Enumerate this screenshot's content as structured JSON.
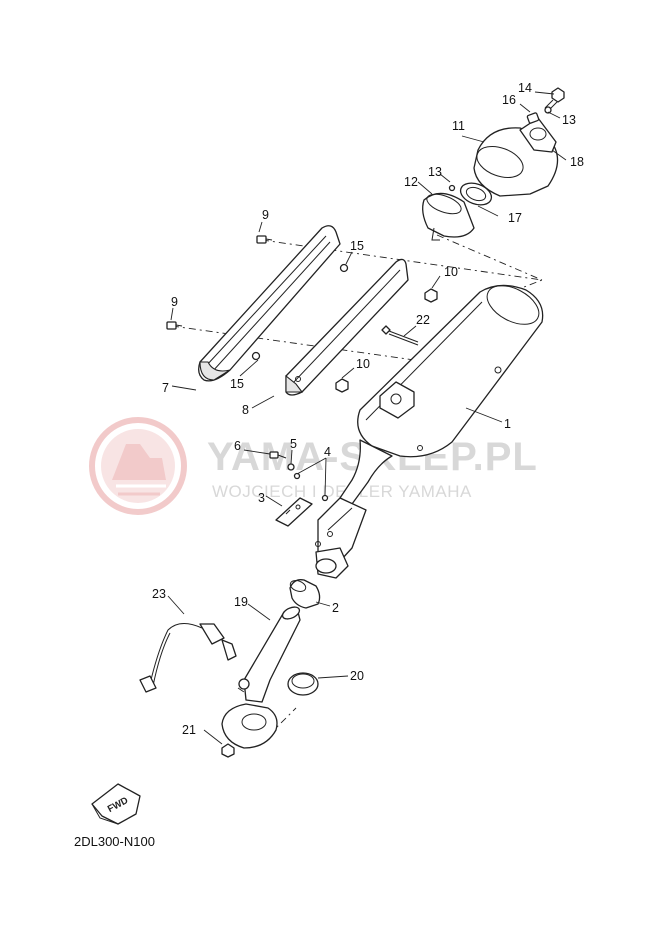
{
  "watermark": {
    "title": "YAMA-SKLEP.PL",
    "subtitle": "WOJCIECH      I DEALER YAMAHA",
    "logo_color": "#e8a0a0",
    "text_color": "#d8d8d8"
  },
  "diagram_code": "2DL300-N100",
  "fwd_label": "FWD",
  "callouts": {
    "c1": "1",
    "c2": "2",
    "c3": "3",
    "c4": "4",
    "c5": "5",
    "c6": "6",
    "c7": "7",
    "c8": "8",
    "c9a": "9",
    "c9b": "9",
    "c10a": "10",
    "c10b": "10",
    "c11": "11",
    "c12": "12",
    "c13a": "13",
    "c13b": "13",
    "c14": "14",
    "c15a": "15",
    "c15b": "15",
    "c16": "16",
    "c17": "17",
    "c18": "18",
    "c19": "19",
    "c20": "20",
    "c21": "21",
    "c22": "22",
    "c23": "23"
  }
}
